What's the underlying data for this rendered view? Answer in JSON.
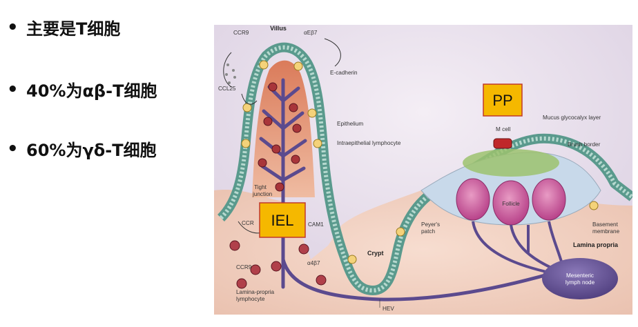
{
  "bullets": [
    {
      "marker": "•",
      "text": "主要是T细胞"
    },
    {
      "marker": "•",
      "text": "40%为αβ-T细胞"
    },
    {
      "marker": "•",
      "text": "60%为γδ-T细胞"
    }
  ],
  "diagram": {
    "tag_iel": "IEL",
    "tag_pp": "PP",
    "labels": {
      "villus": "Villus",
      "ccr9_top": "CCR9",
      "ae_b7": "αEβ7",
      "e_cadherin": "E-cadherin",
      "ccl25": "CCL25",
      "epithelium": "Epithelium",
      "iel_label": "Intraepithelial lymphocyte",
      "tight_junction_1": "Tight",
      "tight_junction_2": "junction",
      "ccr_mid": "CCR",
      "cam1": "CAM1",
      "a4_b7": "α4β7",
      "crypt": "Crypt",
      "ccr9_bottom": "CCR9",
      "lp_lymphocyte_1": "Lamina-propria",
      "lp_lymphocyte_2": "lymphocyte",
      "hev": "HEV",
      "peyers_1": "Peyer's",
      "peyers_2": "patch",
      "m_cell": "M cell",
      "mucus": "Mucus glycocalyx layer",
      "brush_border": "Brush border",
      "follicle": "Follicle",
      "basement_1": "Basement",
      "basement_2": "membrane",
      "lamina_propria": "Lamina propria",
      "mesenteric_1": "Mesenteric",
      "mesenteric_2": "lymph node"
    }
  },
  "colors": {
    "tag_fill": "#f5b800",
    "tag_border": "#c0392b",
    "purple_vessel": "#5b4a8e",
    "epithelium": "#6fa79a",
    "background": "#e9e0ea",
    "lamina": "#f2d6c8",
    "follicle": "#c9559a",
    "germinal": "#9cc26e",
    "m_cell": "#c0282a"
  }
}
